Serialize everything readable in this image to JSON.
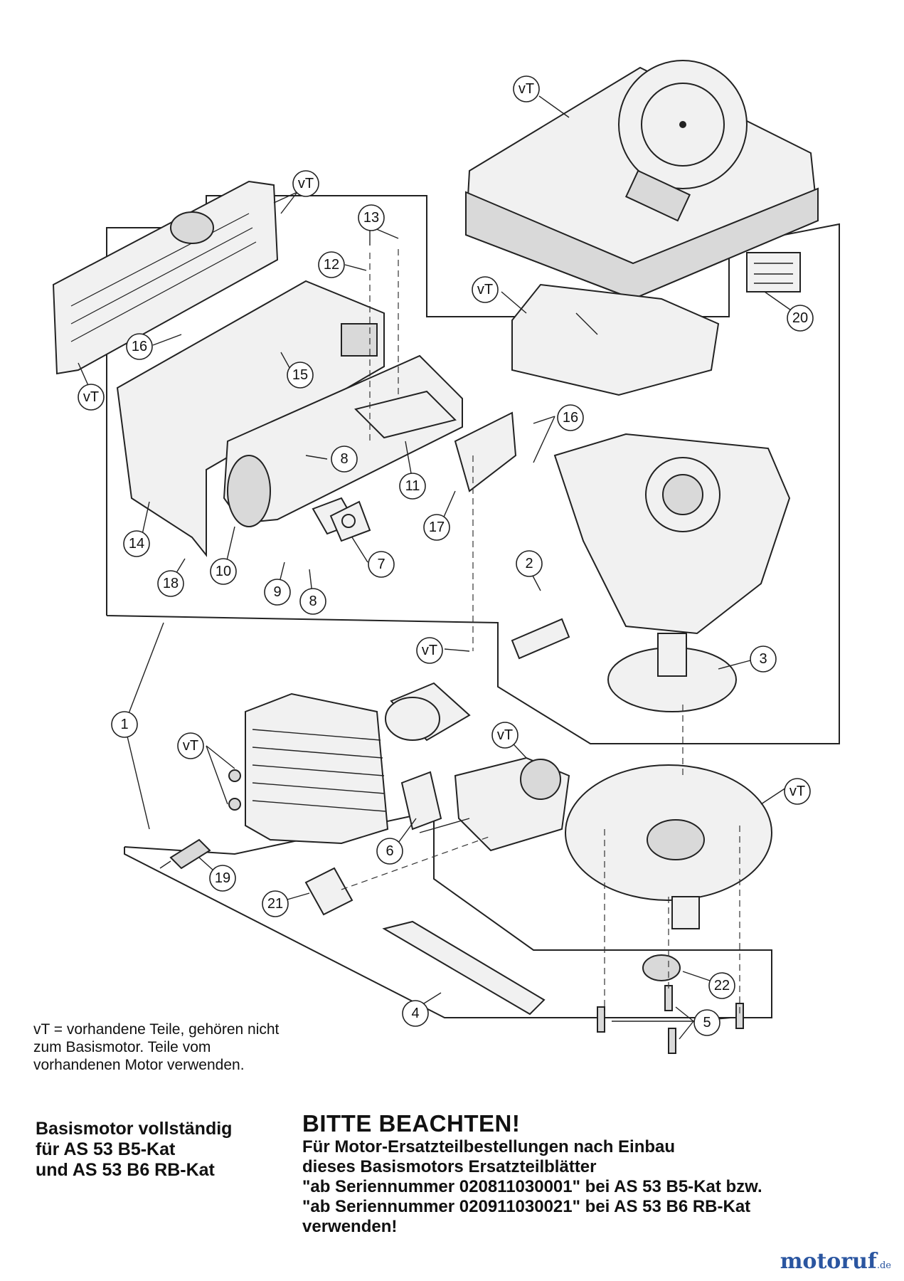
{
  "callouts": [
    {
      "id": "c-vt-top",
      "label": "vT"
    },
    {
      "id": "c-vt-grille",
      "label": "vT"
    },
    {
      "id": "c-vt-grille-left",
      "label": "vT"
    },
    {
      "id": "c-13",
      "label": "13"
    },
    {
      "id": "c-12",
      "label": "12"
    },
    {
      "id": "c-vt-shaft",
      "label": "vT"
    },
    {
      "id": "c-20",
      "label": "20"
    },
    {
      "id": "c-16a",
      "label": "16"
    },
    {
      "id": "c-15",
      "label": "15"
    },
    {
      "id": "c-16b",
      "label": "16"
    },
    {
      "id": "c-8a",
      "label": "8"
    },
    {
      "id": "c-11",
      "label": "11"
    },
    {
      "id": "c-17",
      "label": "17"
    },
    {
      "id": "c-14",
      "label": "14"
    },
    {
      "id": "c-10",
      "label": "10"
    },
    {
      "id": "c-7",
      "label": "7"
    },
    {
      "id": "c-18",
      "label": "18"
    },
    {
      "id": "c-9",
      "label": "9"
    },
    {
      "id": "c-8b",
      "label": "8"
    },
    {
      "id": "c-2",
      "label": "2"
    },
    {
      "id": "c-vt-bolt",
      "label": "vT"
    },
    {
      "id": "c-3",
      "label": "3"
    },
    {
      "id": "c-1",
      "label": "1"
    },
    {
      "id": "c-vt-cyl",
      "label": "vT"
    },
    {
      "id": "c-vt-carb",
      "label": "vT"
    },
    {
      "id": "c-vt-base",
      "label": "vT"
    },
    {
      "id": "c-6",
      "label": "6"
    },
    {
      "id": "c-19",
      "label": "19"
    },
    {
      "id": "c-21",
      "label": "21"
    },
    {
      "id": "c-22",
      "label": "22"
    },
    {
      "id": "c-4",
      "label": "4"
    },
    {
      "id": "c-5",
      "label": "5"
    }
  ],
  "legend": {
    "line1": "vT = vorhandene Teile, gehören nicht",
    "line2": "zum Basismotor. Teile vom",
    "line3": "vorhandenen Motor verwenden."
  },
  "title_block": {
    "line1": "Basismotor vollständig",
    "line2": "für AS 53 B5-Kat",
    "line3": "und AS 53 B6 RB-Kat"
  },
  "notice": {
    "heading": "BITTE BEACHTEN!",
    "line1": "Für Motor-Ersatzteilbestellungen nach Einbau",
    "line2": "dieses Basismotors Ersatzteilblätter",
    "line3": "\"ab Seriennummer 020811030001\" bei AS 53 B5-Kat bzw.",
    "line4": "\"ab Seriennummer 020911030021\" bei AS 53 B6 RB-Kat",
    "line5": "verwenden!"
  },
  "logo": {
    "name": "motoruf",
    "tld": ".de"
  }
}
